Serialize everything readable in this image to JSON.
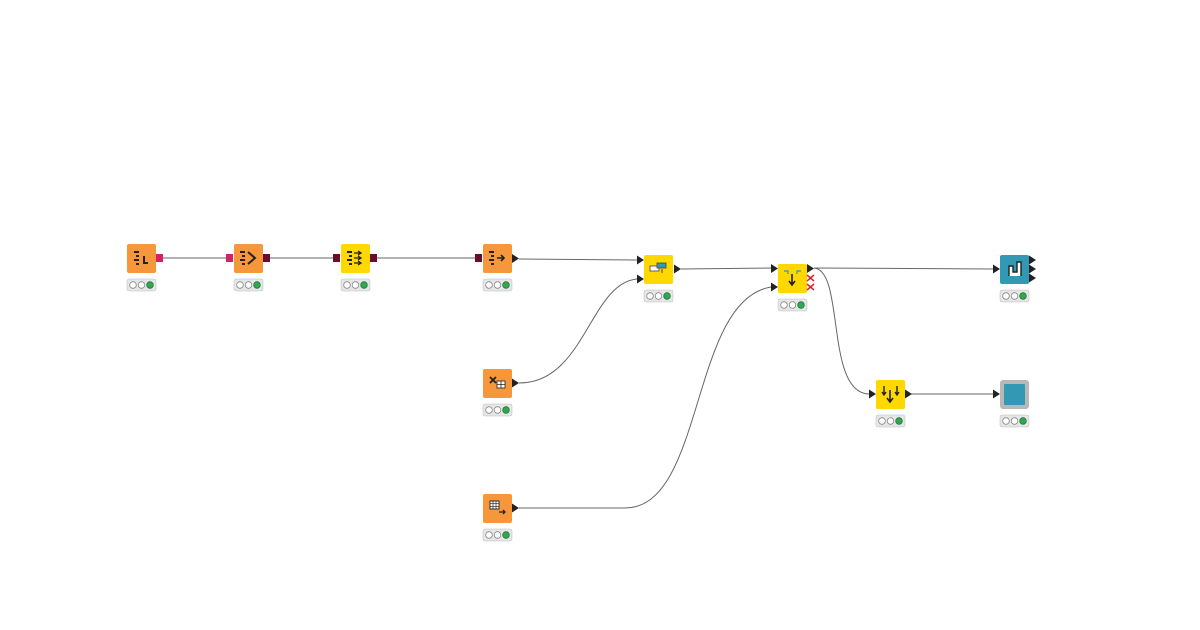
{
  "workflow": {
    "background": "#ffffff",
    "colors": {
      "source": "#f6973b",
      "manipulator": "#ffd800",
      "visualizer": "#3298b3",
      "db_port": "#d81e66",
      "db_conn_port": "#6b0b2e",
      "data_port": "#222222",
      "edge": "#666666",
      "status_idle": "#ffffff",
      "status_ok": "#2fa84f",
      "inactive_cross": "#d9232d"
    },
    "nodes": [
      {
        "id": "db-table-selector",
        "icon": "db-table-icon",
        "category": "source",
        "status": "executed"
      },
      {
        "id": "db-row-filter",
        "icon": "db-filter-icon",
        "category": "source",
        "status": "executed"
      },
      {
        "id": "db-query-reader",
        "icon": "db-query-icon",
        "category": "manipulator",
        "status": "executed"
      },
      {
        "id": "db-reader",
        "icon": "db-reader-icon",
        "category": "source",
        "status": "executed"
      },
      {
        "id": "joiner",
        "icon": "join-icon",
        "category": "manipulator",
        "status": "executed"
      },
      {
        "id": "excel-reader",
        "icon": "excel-icon",
        "category": "source",
        "status": "executed"
      },
      {
        "id": "table-creator",
        "icon": "table-icon",
        "category": "source",
        "status": "executed"
      },
      {
        "id": "case-switch",
        "icon": "switch-icon",
        "category": "manipulator",
        "status": "executed"
      },
      {
        "id": "pivot-view",
        "icon": "chart-icon",
        "category": "visualizer",
        "status": "executed"
      },
      {
        "id": "sorter",
        "icon": "sort-icon",
        "category": "manipulator",
        "status": "executed"
      },
      {
        "id": "table-view",
        "icon": "view-icon",
        "category": "visualizer",
        "status": "executed"
      }
    ]
  }
}
